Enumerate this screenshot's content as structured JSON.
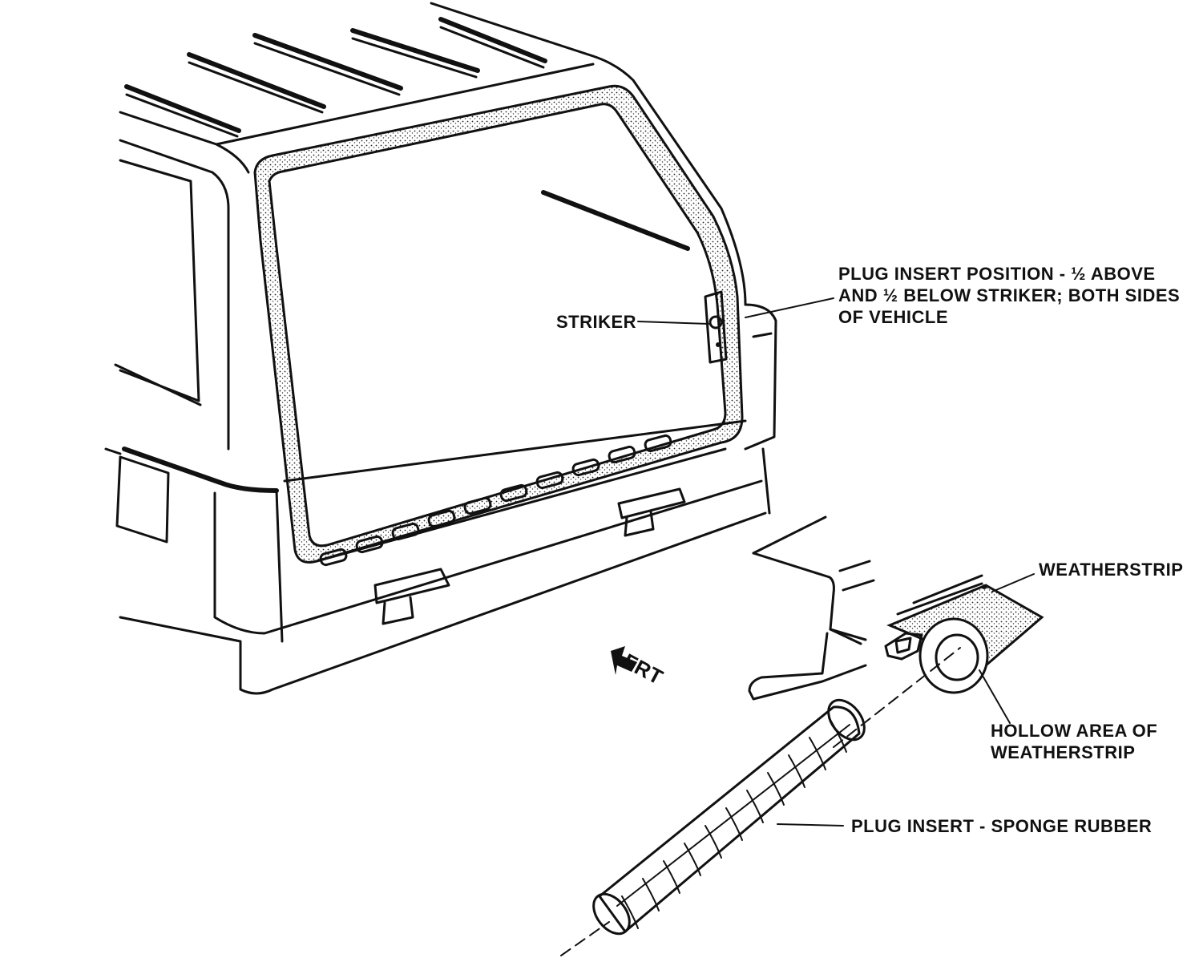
{
  "labels": {
    "striker": "STRIKER",
    "plug_insert_position": [
      "PLUG INSERT POSITION - ½ ABOVE",
      "AND ½ BELOW STRIKER; BOTH SIDES",
      "OF VEHICLE"
    ],
    "weatherstrip": "WEATHERSTRIP",
    "hollow_area": [
      "HOLLOW AREA OF",
      "WEATHERSTRIP"
    ],
    "plug_insert_sponge": "PLUG INSERT - SPONGE RUBBER",
    "front_arrow": "FRT"
  },
  "icons": {
    "front_arrow": "arrow-left-icon"
  }
}
